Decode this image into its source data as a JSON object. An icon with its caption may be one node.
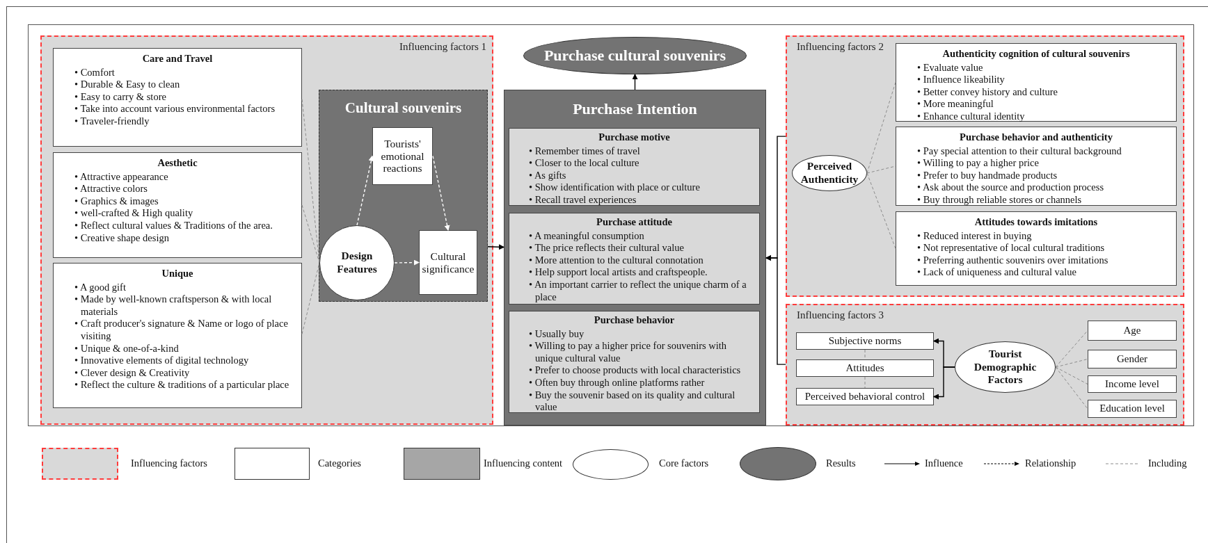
{
  "diagram": {
    "nodes": [
      {
        "text": [
          "Influencing factors 1"
        ]
      },
      {
        "text": [
          "Care and Travel",
          "• Comfort",
          "• Durable & Easy to clean",
          "• Easy to carry & store",
          "• Take into account various environmental factors",
          "• Traveler-friendly"
        ],
        "in": 0
      },
      {
        "text": [
          "Aesthetic",
          "• Attractive appearance",
          "• Attractive colors",
          "• Graphics & images",
          "• well-crafted &  High quality",
          "• Reflect cultural values & Traditions of the area.",
          "• Creative shape design"
        ],
        "in": 0
      },
      {
        "text": [
          "Unique",
          "• A good gift",
          "• Made by well-known craftsperson & with local materials",
          "• Craft producer's signature & Name or logo of place visiting",
          "• Unique & one-of-a-kind",
          "• Innovative elements of digital technology",
          "• Clever design & Creativity",
          "• Reflect the culture & traditions of a particular place"
        ],
        "in": 0
      },
      {
        "text": [
          "Cultural souvenirs"
        ],
        "in": 0
      },
      {
        "text": [
          "Tourists' emotional reactions"
        ],
        "in": 4
      },
      {
        "text": [
          "Design Features"
        ],
        "in": 4
      },
      {
        "text": [
          "Cultural significance"
        ],
        "in": 4
      },
      {
        "text": [
          "Purchase cultural souvenirs"
        ]
      },
      {
        "text": [
          "Purchase Intention"
        ]
      },
      {
        "text": [
          "Purchase motive",
          "• Remember times of travel",
          "• Closer to the local culture",
          "• As gifts",
          "• Show identification with place or culture",
          "• Recall travel experiences"
        ],
        "in": 9
      },
      {
        "text": [
          "Purchase attitude",
          "• A meaningful consumption",
          "• The price reflects their cultural value",
          "• More attention to the cultural connotation",
          "• Help support local artists and craftspeople.",
          "• An important carrier to reflect the unique charm of a place"
        ],
        "in": 9
      },
      {
        "text": [
          "Purchase behavior",
          "• Usually buy",
          "• Willing to pay a higher price for souvenirs with unique cultural value",
          "• Prefer to choose products with local characteristics",
          "• Often buy  through online platforms rather",
          "• Buy the souvenir based on its quality and cultural value"
        ],
        "in": 9
      },
      {
        "text": [
          "Influencing factors 2"
        ]
      },
      {
        "text": [
          "Perceived Authenticity"
        ],
        "in": 13
      },
      {
        "text": [
          "Authenticity cognition of cultural souvenirs",
          "• Evaluate value",
          "• Influence likeability",
          "• Better convey history and culture",
          "• More meaningful",
          "• Enhance cultural identity"
        ],
        "in": 13
      },
      {
        "text": [
          "Purchase behavior and authenticity",
          "• Pay special attention to their cultural background",
          "• Willing to pay a higher price",
          "• Prefer to buy handmade products",
          "• Ask about the source and production process",
          "• Buy through reliable stores or channels"
        ],
        "in": 13
      },
      {
        "text": [
          "Attitudes towards imitations",
          "• Reduced interest in buying",
          "• Not representative of local cultural traditions",
          "• Preferring authentic souvenirs over imitations",
          "• Lack of uniqueness and cultural value"
        ],
        "in": 13
      },
      {
        "text": [
          "Influencing factors 3"
        ]
      },
      {
        "text": [
          "Subjective norms"
        ],
        "in": 18
      },
      {
        "text": [
          "Attitudes"
        ],
        "in": 18
      },
      {
        "text": [
          "Perceived behavioral control"
        ],
        "in": 18
      },
      {
        "text": [
          "Tourist Demographic Factors"
        ],
        "in": 18
      },
      {
        "text": [
          "Age"
        ],
        "in": 18
      },
      {
        "text": [
          "Gender"
        ],
        "in": 18
      },
      {
        "text": [
          "Income level"
        ],
        "in": 18
      },
      {
        "text": [
          "Education level"
        ],
        "in": 18
      }
    ],
    "edges": [
      {
        "from": 1,
        "to": 6,
        "arrow": "none",
        "style": "dashed"
      },
      {
        "from": 2,
        "to": 6,
        "arrow": "none",
        "style": "dashed"
      },
      {
        "from": 3,
        "to": 6,
        "arrow": "none",
        "style": "dashed"
      },
      {
        "from": 6,
        "to": 5,
        "arrow": "to",
        "style": "dashed",
        "color": "#ffffff"
      },
      {
        "from": 5,
        "to": 7,
        "arrow": "to",
        "style": "dashed",
        "color": "#ffffff"
      },
      {
        "from": 6,
        "to": 7,
        "arrow": "to",
        "style": "dashed",
        "color": "#ffffff"
      },
      {
        "from": 4,
        "to": 9,
        "arrow": "to",
        "color": "#000000"
      },
      {
        "from": 9,
        "to": 8,
        "arrow": "to",
        "color": "#000000"
      },
      {
        "from": 13,
        "to": 9,
        "arrow": "to",
        "color": "#000000"
      },
      {
        "from": 18,
        "to": 9,
        "arrow": "to",
        "color": "#000000"
      },
      {
        "from": 14,
        "to": 15,
        "arrow": "none",
        "style": "dashed"
      },
      {
        "from": 14,
        "to": 16,
        "arrow": "none",
        "style": "dashed"
      },
      {
        "from": 14,
        "to": 17,
        "arrow": "none",
        "style": "dashed"
      },
      {
        "from": 22,
        "to": 19,
        "arrow": "to",
        "color": "#000000"
      },
      {
        "from": 22,
        "to": 21,
        "arrow": "to",
        "color": "#000000"
      },
      {
        "from": 19,
        "to": 20,
        "arrow": "none",
        "style": "dashed"
      },
      {
        "from": 20,
        "to": 21,
        "arrow": "none",
        "style": "dashed"
      },
      {
        "from": 22,
        "to": 23,
        "arrow": "none",
        "style": "dashed"
      },
      {
        "from": 22,
        "to": 24,
        "arrow": "none",
        "style": "dashed"
      },
      {
        "from": 22,
        "to": 25,
        "arrow": "none",
        "style": "dashed"
      },
      {
        "from": 22,
        "to": 26,
        "arrow": "none",
        "style": "dashed"
      }
    ],
    "legend": [
      {
        "text": "Influencing factors",
        "color": "#d9d9d9"
      },
      {
        "text": "Categories",
        "color": "#ffffff"
      },
      {
        "text": "Influencing content",
        "color": "#a6a6a6"
      },
      {
        "text": "Core factors",
        "color": "#ffffff"
      },
      {
        "text": "Results",
        "color": "#737373"
      },
      {
        "text": "Influence"
      },
      {
        "text": "Relationship"
      },
      {
        "text": "Including"
      }
    ]
  }
}
